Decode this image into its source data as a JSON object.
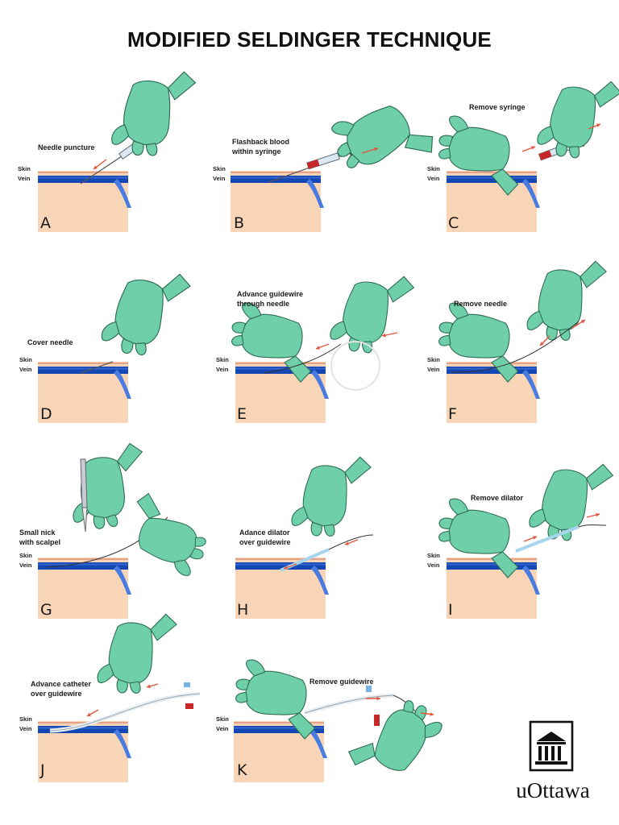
{
  "title": "MODIFIED SELDINGER TECHNIQUE",
  "layers": {
    "skin": "Skin",
    "vein": "Vein"
  },
  "colors": {
    "glove": "#6fcfa8",
    "glove_outline": "#2f6e57",
    "tissue": "#f9d5b8",
    "vein": "#1446b4",
    "vein_light": "#4a7be0",
    "skin_line": "#e8a189",
    "arrow": "#e2553b",
    "syringe_red": "#c62828"
  },
  "panels": [
    {
      "letter": "A",
      "caption": "Needle puncture"
    },
    {
      "letter": "B",
      "caption": "Flashback blood\nwithin syringe"
    },
    {
      "letter": "C",
      "caption": "Remove syringe"
    },
    {
      "letter": "D",
      "caption": "Cover needle"
    },
    {
      "letter": "E",
      "caption": "Advance guidewire\nthrough needle"
    },
    {
      "letter": "F",
      "caption": "Remove needle"
    },
    {
      "letter": "G",
      "caption": "Small nick\nwith scalpel"
    },
    {
      "letter": "H",
      "caption": "Adance dilator\nover guidewire"
    },
    {
      "letter": "I",
      "caption": "Remove dilator"
    },
    {
      "letter": "J",
      "caption": "Advance catheter\nover guidewire"
    },
    {
      "letter": "K",
      "caption": "Remove guidewire"
    }
  ],
  "logo": {
    "text": "uOttawa",
    "icon": "university-building-icon"
  }
}
